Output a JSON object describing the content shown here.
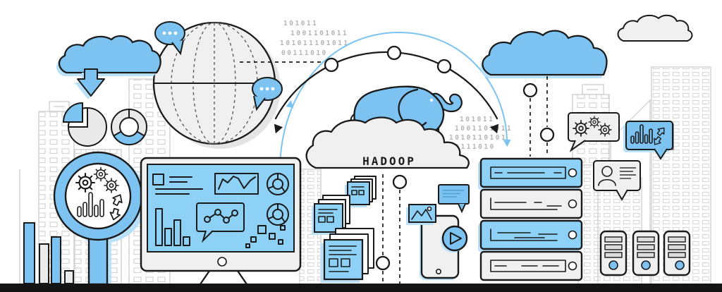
{
  "scene": {
    "hadoop_label": "HADOOP",
    "binary_top_lines": [
      "101011",
      "1001101011",
      "101011101011",
      "00111010"
    ],
    "binary_right_lines": [
      "101011",
      "1001101011",
      "1010110101",
      "00111010"
    ]
  },
  "colors": {
    "accent_blue": "#7cc3f2",
    "screen_blue": "#8ed1f6",
    "shadow_blue": "#b9e2fa",
    "panel_gray": "#f0f0f0",
    "outline_dark": "#1a1a1a",
    "building_line": "#d4d4d4",
    "binary_gray": "#b5b5b5",
    "ground_black": "#141414"
  }
}
